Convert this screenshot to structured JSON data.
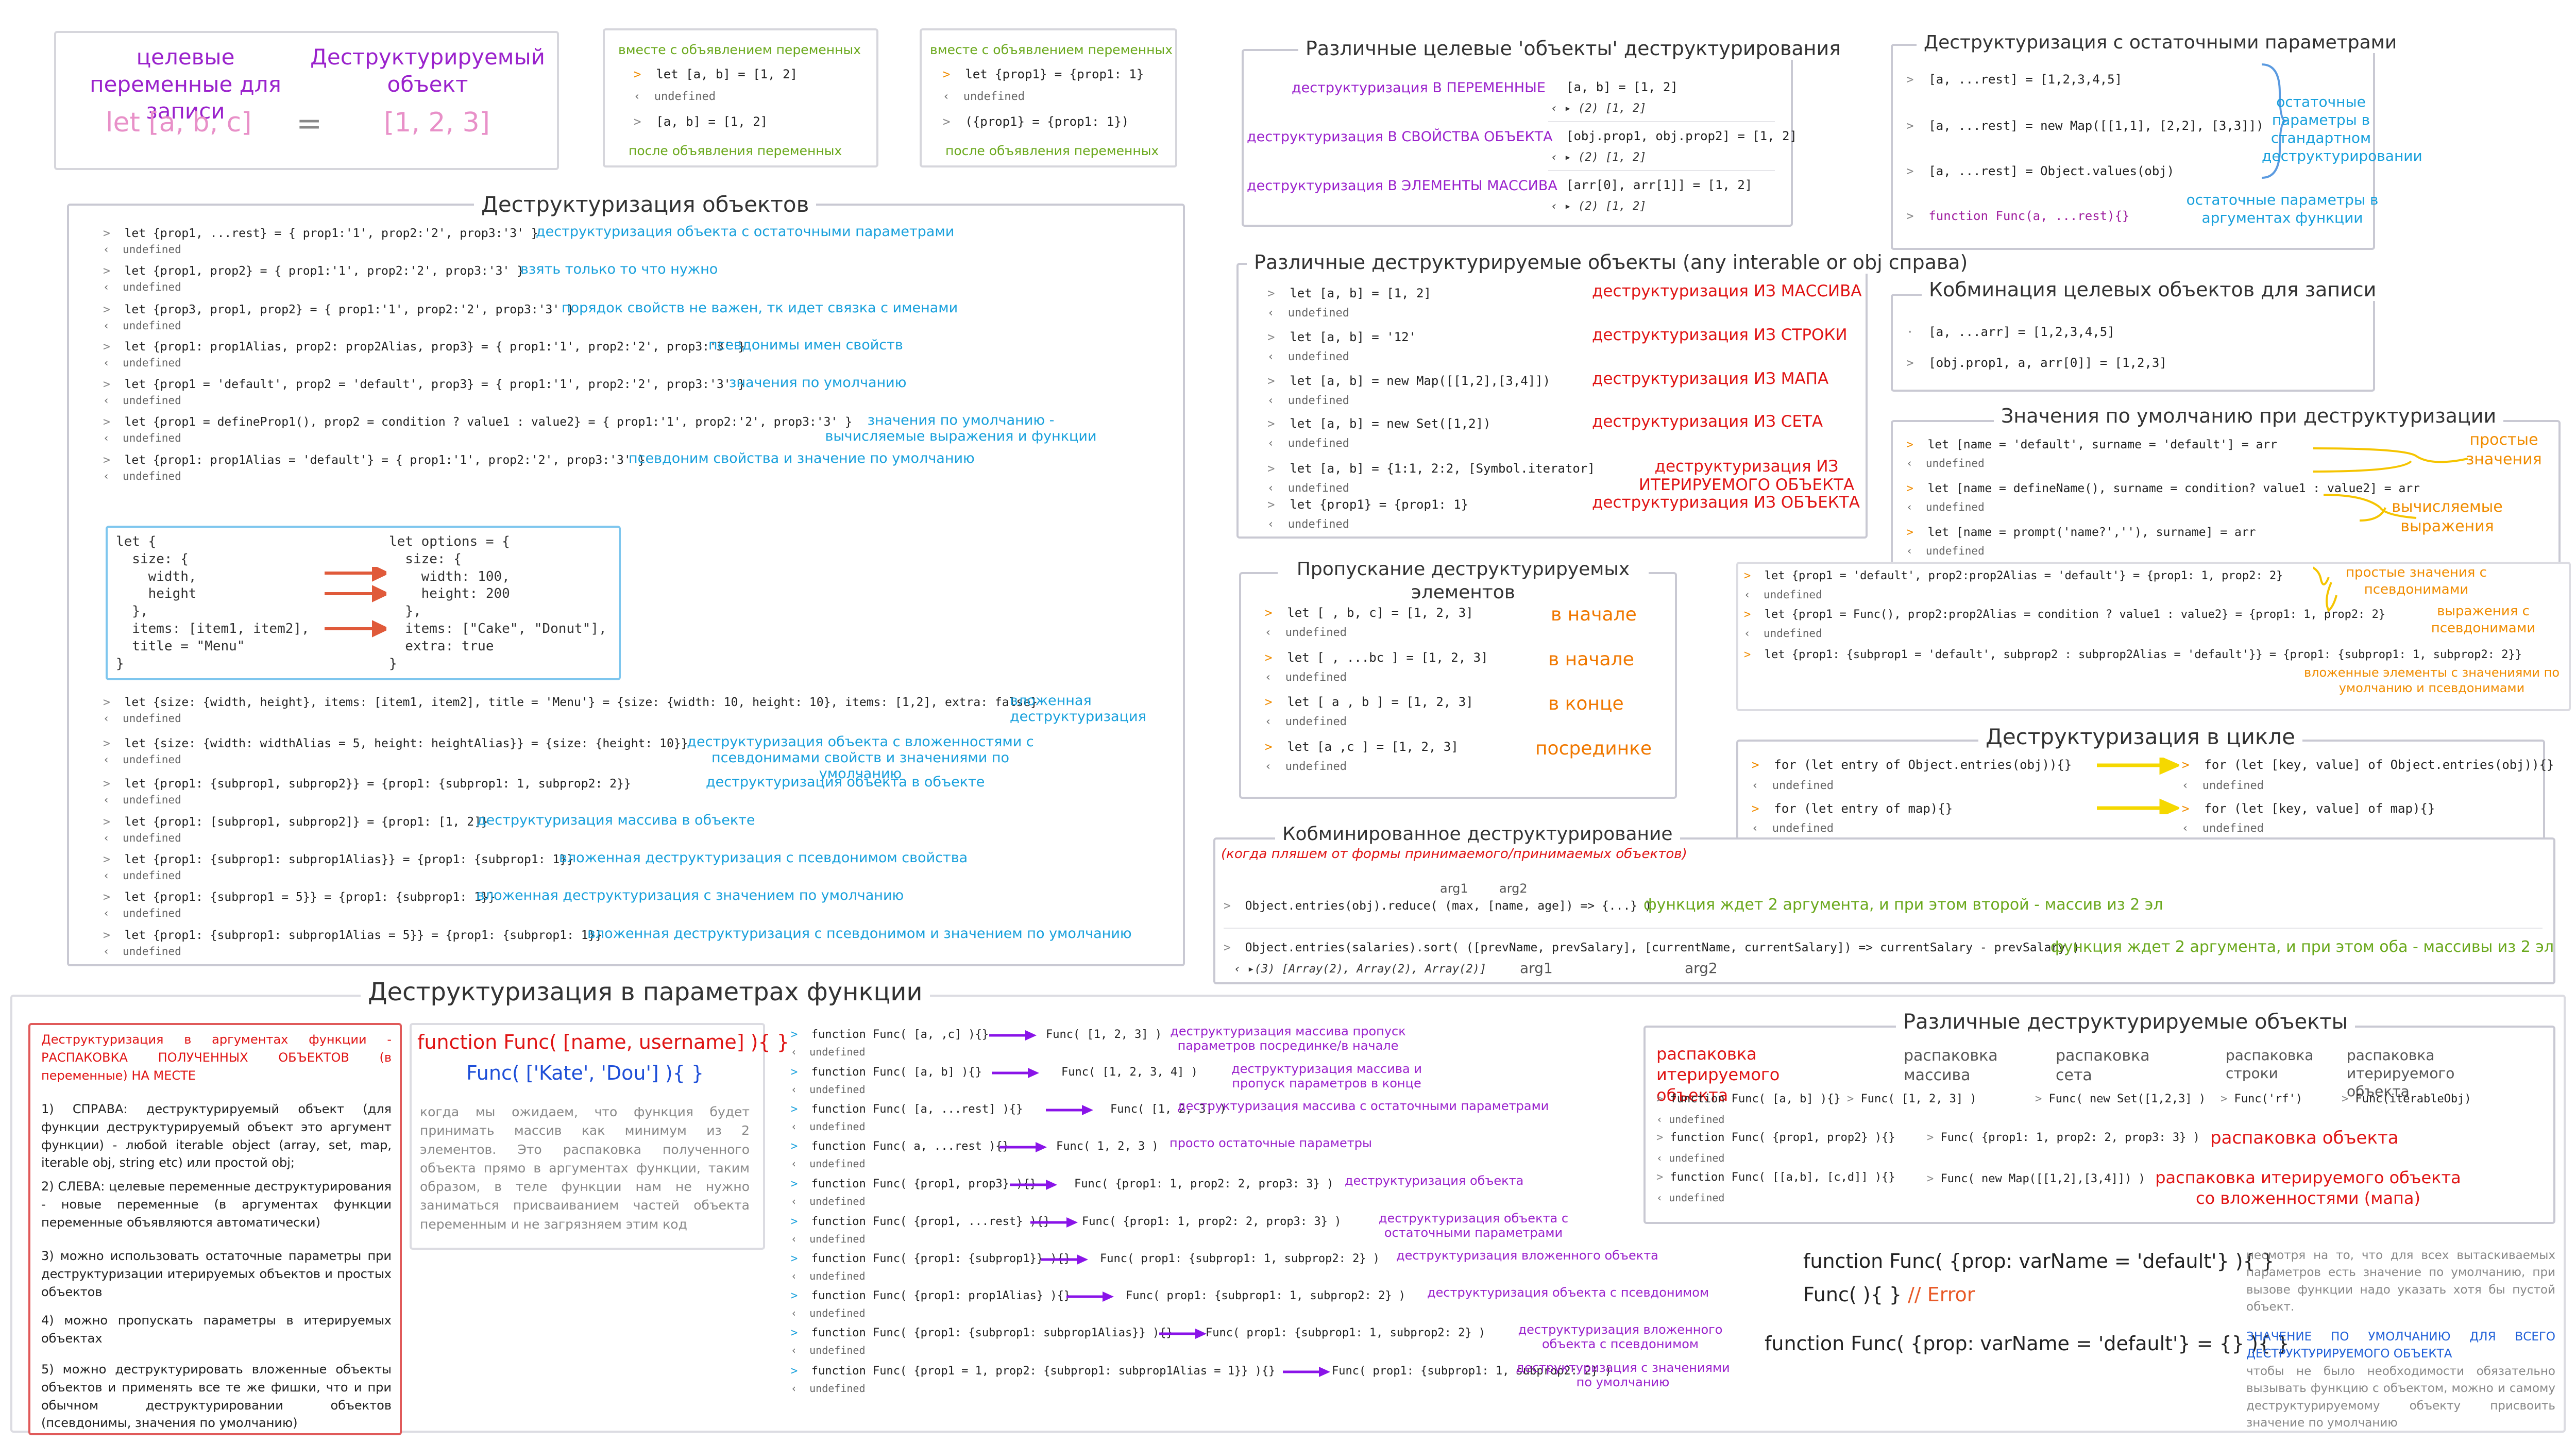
{
  "top": {
    "targets_label": "целевые переменные для записи",
    "source_label": "Деструктурируемый объект",
    "targets_code": "let [a, b, c]",
    "equals": "=",
    "source_code": "[1, 2, 3]",
    "box1": {
      "head": "вместе с объявлением переменных",
      "line1": "let [a, b] = [1, 2]",
      "out1": "undefined",
      "line2": "[a, b] = [1, 2]",
      "foot": "после объявления переменных"
    },
    "box2": {
      "head": "вместе с объявлением переменных",
      "line1": "let {prop1} = {prop1: 1}",
      "out1": "undefined",
      "line2": "({prop1} = {prop1: 1})",
      "foot": "после объявления переменных"
    }
  },
  "objects": {
    "title": "Деструктуризация объектов",
    "rows": [
      {
        "code": "let {prop1, ...rest} = { prop1:'1', prop2:'2', prop3:'3' }",
        "note": "деструктуризация объекта с остаточными параметрами"
      },
      {
        "code": "let {prop1, prop2} = { prop1:'1', prop2:'2', prop3:'3' }",
        "note": "взять только то что нужно"
      },
      {
        "code": "let {prop3, prop1, prop2} = { prop1:'1', prop2:'2', prop3:'3' }",
        "note": "порядок свойств не важен, тк идет связка с именами"
      },
      {
        "code": "let {prop1: prop1Alias, prop2: prop2Alias, prop3} = { prop1:'1', prop2:'2', prop3:'3' }",
        "note": "псевдонимы имен свойств"
      },
      {
        "code": "let {prop1 = 'default', prop2 = 'default', prop3} = { prop1:'1', prop2:'2', prop3:'3' }",
        "note": "значения по умолчанию"
      },
      {
        "code": "let {prop1 = defineProp1(), prop2 = condition ? value1 : value2} = { prop1:'1', prop2:'2', prop3:'3' }",
        "note": "значения по умолчанию - вычисляемые выражения и функции"
      },
      {
        "code": "let {prop1: prop1Alias = 'default'} = { prop1:'1', prop2:'2', prop3:'3' }",
        "note": "псевдоним свойства и значение по умолчанию"
      }
    ],
    "undefined": "undefined",
    "snippet_left": [
      "let {",
      "  size: {",
      "    width,",
      "    height",
      "  },",
      "  items: [item1, item2],",
      "  title = \"Menu\"",
      "}"
    ],
    "snippet_right": [
      "let options = {",
      "  size: {",
      "    width: 100,",
      "    height: 200",
      "  },",
      "  items: [\"Cake\", \"Donut\"],",
      "  extra: true",
      "}"
    ],
    "rows2": [
      {
        "code": "let {size: {width, height}, items: [item1, item2], title = 'Menu'} = {size: {width: 10, height: 10}, items: [1,2], extra: false}",
        "note": "вложенная деструктуризация"
      },
      {
        "code": "let {size: {width: widthAlias = 5, height: heightAlias}} = {size: {height: 10}}",
        "note": "деструктуризация объекта с вложенностями с псевдонимами свойств и значениями по умолчанию"
      },
      {
        "code": "let {prop1: {subprop1, subprop2}} = {prop1: {subprop1: 1, subprop2: 2}}",
        "note": "деструктуризация объекта в объекте"
      },
      {
        "code": "let {prop1: [subprop1, subprop2]} = {prop1: [1, 2]}",
        "note": "деструктуризация массива в объекте"
      },
      {
        "code": "let {prop1: {subprop1: subprop1Alias}} = {prop1: {subprop1: 1}}",
        "note": "вложенная деструктуризация с псевдонимом свойства"
      },
      {
        "code": "let {prop1: {subprop1 = 5}} = {prop1: {subprop1: 1}}",
        "note": "вложенная деструктуризация с значением по умолчанию"
      },
      {
        "code": "let {prop1: {subprop1: subprop1Alias = 5}} = {prop1: {subprop1: 1}}",
        "note": "вложенная деструктуризация с псевдонимом и  значением по умолчанию"
      }
    ]
  },
  "targets": {
    "title": "Различные целевые 'объекты' деструктурирования",
    "rows": [
      {
        "label": "деструктуризация В ПЕРЕМЕННЫЕ",
        "code": "[a, b] = [1, 2]",
        "out": "(2) [1, 2]"
      },
      {
        "label": "деструктуризация В СВОЙСТВА ОБЪЕКТА",
        "code": "[obj.prop1, obj.prop2] = [1, 2]",
        "out": "(2) [1, 2]"
      },
      {
        "label": "деструктуризация В ЭЛЕМЕНТЫ МАССИВА",
        "code": "[arr[0], arr[1]] = [1, 2]",
        "out": "(2) [1, 2]"
      }
    ]
  },
  "rest": {
    "title": "Деструктуризация с остаточными параметрами",
    "rows": [
      "[a, ...rest] = [1,2,3,4,5]",
      "[a, ...rest] = new Map([[1,1], [2,2], [3,3]])",
      "[a, ...rest] = Object.values(obj)",
      "function Func(a, ...rest){}"
    ],
    "note1": "остаточные параметры в стандартном деструктурировании",
    "note2": "остаточные параметры в аргументах функции"
  },
  "sources": {
    "title": "Различные деструктурируемые объекты (any interable or obj справа)",
    "rows": [
      {
        "code": "let [a, b] = [1, 2]",
        "note": "деструктуризация ИЗ МАССИВА"
      },
      {
        "code": "let [a, b] = '12'",
        "note": "деструктуризация ИЗ СТРОКИ"
      },
      {
        "code": "let [a, b] = new Map([[1,2],[3,4]])",
        "note": "деструктуризация ИЗ МАПА"
      },
      {
        "code": "let [a, b] = new Set([1,2])",
        "note": "деструктуризация ИЗ СЕТА"
      },
      {
        "code": "let [a, b] = {1:1, 2:2, [Symbol.iterator]",
        "note": "деструктуризация ИЗ ИТЕРИРУЕМОГО ОБЪЕКТА"
      },
      {
        "code": "let {prop1} = {prop1: 1}",
        "note": "деструктуризация ИЗ ОБЪЕКТА"
      }
    ]
  },
  "combo_targets": {
    "title": "Кобминация целевых объектов для записи",
    "rows": [
      "[a, ...arr] = [1,2,3,4,5]",
      "[obj.prop1, a, arr[0]] = [1,2,3]"
    ]
  },
  "skip": {
    "title": "Пропускание деструктурируемых элементов",
    "rows": [
      {
        "code": "let [ , b, c] = [1, 2, 3]",
        "note": "в начале"
      },
      {
        "code": "let [ , ...bc ] = [1, 2, 3]",
        "note": "в начале"
      },
      {
        "code": "let [ a , b ] = [1, 2, 3]",
        "note": "в конце"
      },
      {
        "code": "let [a ,c ] = [1, 2, 3]",
        "note": "посрединке"
      }
    ]
  },
  "defaults": {
    "title": "Значения по умолчанию при деструктуризации",
    "rows": [
      "let [name = 'default', surname = 'default'] = arr",
      "let [name = defineName(), surname = condition? value1 : value2] = arr",
      "let [name = prompt('name?',''), surname] = arr",
      "let {prop1 = 'default', prop2:prop2Alias = 'default'} = {prop1: 1, prop2: 2}",
      "let {prop1 = Func(), prop2:prop2Alias = condition ? value1 : value2} = {prop1: 1, prop2: 2}",
      "let {prop1: {subprop1 = 'default', subprop2 : subprop2Alias = 'default'}} = {prop1: {subprop1: 1, subprop2: 2}}"
    ],
    "notes": [
      "простые значения",
      "вычисляемые выражения",
      "простые значения с псевдонимами",
      "выражения с псевдонимами",
      "вложенные элементы с значениями по умолчанию и псевдонимами"
    ]
  },
  "combined": {
    "title": "Кобминированное деструктурирование",
    "subtitle": "(когда пляшем от формы принимаемого/принимаемых объектов)",
    "arg1": "arg1",
    "arg2": "arg2",
    "row1": "Object.entries(obj).reduce( (max, [name, age]) => {...} )",
    "note1": "функция ждет 2 аргумента, и при этом второй - массив из 2 эл",
    "row2": "Object.entries(salaries).sort( ([prevName, prevSalary], [currentName, currentSalary]) => currentSalary - prevSalary )",
    "out2": "(3) [Array(2), Array(2), Array(2)]",
    "note2": "функция ждет 2 аргумента, и при этом оба - массивы из 2 эл"
  },
  "loop": {
    "title": "Деструктуризация в цикле",
    "rows": [
      {
        "left": "for (let entry of Object.entries(obj)){}",
        "right": "for (let [key, value] of Object.entries(obj)){}"
      },
      {
        "left": "for (let entry of map){}",
        "right": "for (let [key, value] of map){}"
      }
    ]
  },
  "params": {
    "title": "Деструктуризация в параметрах функции",
    "redbox": [
      "Деструктуризация в аргументах функции - РАСПАКОВКА ПОЛУЧЕННЫХ ОБЪЕКТОВ (в переменные) НА МЕСТЕ",
      "1) СПРАВА: деструктурируемый объект (для функции деструктурируемый объект это аргумент функции) - любой iterable object (array, set, map, iterable obj, string etc) или простой obj;",
      "2) СЛЕВА: целевые переменные деструктурирования - новые переменные (в аргументах функции переменные объявляются автоматически)",
      "3) можно использовать остаточные параметры при деструктуризации итерируемых объектов и простых объектов",
      "4) можно пропускать параметры в итерируемых объектах",
      "5) можно деструктурировать вложенные объекты объектов и применять все те же фишки, что и при обычном деструктурировании объектов (псевдонимы, значения по умолчанию)"
    ],
    "func1": "function Func( [name, username] ){ }",
    "func2": "Func( ['Kate', 'Dou'] ){ }",
    "desc": "когда мы ожидаем, что функция будет принимать массив как минимум из 2 элементов. Это распаковка полученного объекта прямо в аргументах функции, таким образом, в теле функции нам не нужно заниматься присваиванием частей объекта переменным и не загрязняем этим код",
    "rows": [
      {
        "def": "function Func( [a, ,c] ){}",
        "call": "Func( [1, 2, 3] )",
        "note": "деструктуризация массива пропуск параметров посрединке/в начале"
      },
      {
        "def": "function Func( [a, b] ){}",
        "call": "Func( [1, 2, 3, 4] )",
        "note": "деструктуризация массива и пропуск параметров в конце"
      },
      {
        "def": "function Func( [a, ...rest] ){}",
        "call": "Func( [1, 2, 3] )",
        "note": "деструктуризация массива с остаточными параметрами"
      },
      {
        "def": "function Func( a, ...rest ){}",
        "call": "Func( 1, 2, 3 )",
        "note": "просто остаточные параметры"
      },
      {
        "def": "function Func( {prop1, prop3} ){}",
        "call": "Func( {prop1: 1, prop2: 2, prop3: 3} )",
        "note": "деструктуризация объекта"
      },
      {
        "def": "function Func( {prop1, ...rest} ){}",
        "call": "Func( {prop1: 1, prop2: 2, prop3: 3} )",
        "note": "деструктуризация объекта с остаточными параметрами"
      },
      {
        "def": "function Func( {prop1: {subprop1}} ){}",
        "call": "Func( prop1: {subprop1: 1, subprop2: 2} )",
        "note": "деструктуризация вложенного объекта"
      },
      {
        "def": "function Func( {prop1: prop1Alias} ){}",
        "call": "Func( prop1: {subprop1: 1, subprop2: 2} )",
        "note": "деструктуризация объекта с псевдонимом"
      },
      {
        "def": "function Func( {prop1: {subprop1: subprop1Alias}} ){}",
        "call": "Func( prop1: {subprop1: 1, subprop2: 2} )",
        "note": "деструктуризация вложенного объекта с псевдонимом"
      },
      {
        "def": "function Func( {prop1 = 1, prop2: {subprop1: subprop1Alias = 1}} ){}",
        "call": "Func( prop1: {subprop1: 1, subprop2: 2} )",
        "note": "деструктуризация с значениями по умолчанию"
      }
    ]
  },
  "various": {
    "title": "Различные деструктурируемые объекты",
    "headers": [
      "распаковка итерируемого объекта",
      "распаковка массива",
      "распаковка сета",
      "распаковка строки",
      "распаковка итерируемого объекта"
    ],
    "row1": {
      "def": "function Func( [a, b] ){}",
      "calls": [
        "Func( [1, 2, 3] )",
        "Func( new Set([1,2,3] )",
        "Func('rf')",
        "Func(iterableObj)"
      ]
    },
    "row2": {
      "def": "function Func( {prop1, prop2} ){}",
      "call": "Func( {prop1: 1, prop2: 2, prop3: 3} )",
      "note": "распаковка  объекта"
    },
    "row3": {
      "def": "function Func( [[a,b], [c,d]] ){}",
      "call": "Func( new Map([[1,2],[3,4]]) )",
      "note": "распаковка итерируемого объекта со вложенностями (мапа)"
    }
  },
  "bottom": {
    "f1": "function Func( {prop: varName = 'default'} ){ }",
    "f2": "Func( ){ }",
    "f2_err": "// Error",
    "f3": "function Func( {prop: varName = 'default'} = {} ){ }",
    "note1": "несмотря на то, что для всех вытаскиваемых параметров есть значение по умолчанию, при вызове функции надо указать хотя бы пустой объект.",
    "note2_head": "ЗНАЧЕНИЕ ПО УМОЛЧАНИЮ ДЛЯ ВСЕГО ДЕСТРУКТУРИРУЕМОГО ОБЪЕКТА",
    "note2": "чтобы не было необходимости обязательно вызывать функцию с объектом, можно и самому деструктурируемому объекту присвоить значение по умолчанию"
  }
}
